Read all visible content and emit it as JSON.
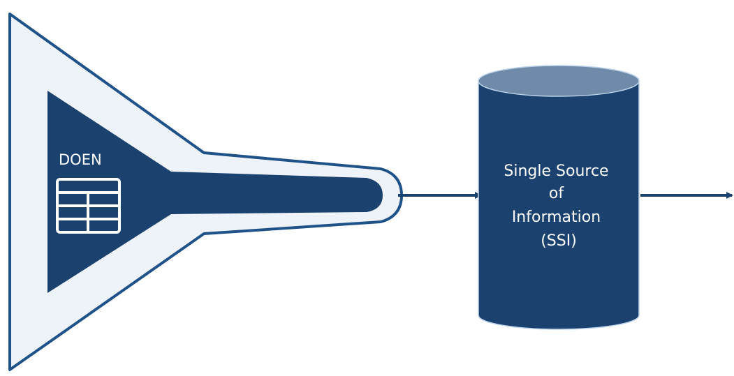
{
  "funnel": {
    "label": "DOEN",
    "icon": "table-icon"
  },
  "database": {
    "lines": [
      "Single Source",
      "of",
      "Information",
      "(SSI)"
    ]
  },
  "colors": {
    "navy": "#1b416f",
    "outline": "#1f5288",
    "light_fill": "#eef3fa",
    "db_top": "#708aaa",
    "db_border": "#bcd3ea",
    "white": "#ffffff"
  }
}
